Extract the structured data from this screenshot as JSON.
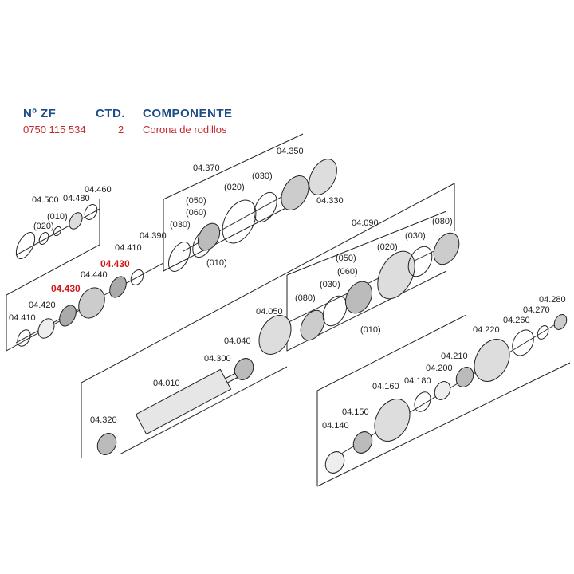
{
  "table": {
    "headers": {
      "part_no": "Nº ZF",
      "qty": "CTD.",
      "component": "COMPONENTE"
    },
    "row": {
      "part_no": "0750 115 534",
      "qty": "2",
      "component": "Corona de rodillos"
    }
  },
  "colors": {
    "header": "#1f4e86",
    "value": "#c0282d",
    "highlight": "#d01818",
    "line": "#222222"
  },
  "labels": {
    "l04500": "04.500",
    "l04480": "04.480",
    "l04460": "04.460",
    "l010a": "(010)",
    "l020a": "(020)",
    "l04370": "04.370",
    "l04350": "04.350",
    "l04330": "04.330",
    "l030a": "(030)",
    "l020b": "(020)",
    "l050a": "(050)",
    "l060a": "(060)",
    "l030b": "(030)",
    "l010b": "(010)",
    "l04390": "04.390",
    "l04410a": "04.410",
    "l04430a": "04.430",
    "l04440": "04.440",
    "l04430b": "04.430",
    "l04420": "04.420",
    "l04410b": "04.410",
    "l04090": "04.090",
    "l080a": "(080)",
    "l030c": "(030)",
    "l020c": "(020)",
    "l050b": "(050)",
    "l060b": "(060)",
    "l030d": "(030)",
    "l080b": "(080)",
    "l010c": "(010)",
    "l04050": "04.050",
    "l04040": "04.040",
    "l04300": "04.300",
    "l04010": "04.010",
    "l04320": "04.320",
    "l04280": "04.280",
    "l04270": "04.270",
    "l04260": "04.260",
    "l04220": "04.220",
    "l04210": "04.210",
    "l04200": "04.200",
    "l04180": "04.180",
    "l04160": "04.160",
    "l04150": "04.150",
    "l04140": "04.140"
  }
}
